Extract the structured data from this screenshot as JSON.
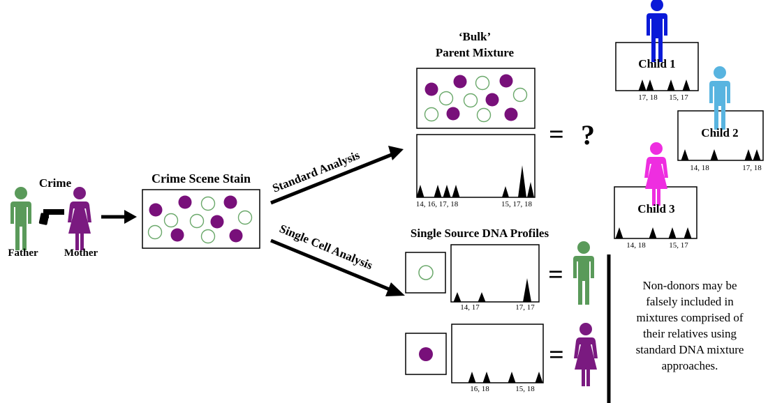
{
  "colors": {
    "father": "#5a9a5a",
    "mother": "#7a1a80",
    "child1": "#0a1ad8",
    "child2": "#58b4e0",
    "child3": "#ee2ee0",
    "dark_cell": "#78107a",
    "light_cell_outline": "#6aa86a"
  },
  "crime": {
    "title": "Crime",
    "father_label": "Father",
    "mother_label": "Mother",
    "gun_icon": "gun-icon"
  },
  "stain": {
    "title": "Crime Scene Stain"
  },
  "standard": {
    "arrow_label": "Standard Analysis",
    "bulk_title_line1": "‘Bulk’",
    "bulk_title_line2": "Parent Mixture",
    "equals": "=",
    "question": "?",
    "labels": [
      "14, 16, 17, 18",
      "15, 17, 18"
    ]
  },
  "single": {
    "arrow_label": "Single Cell Analysis",
    "title": "Single Source DNA Profiles",
    "father_profile_labels": [
      "14, 17",
      "17, 17"
    ],
    "mother_profile_labels": [
      "16, 18",
      "15, 18"
    ],
    "equals": "="
  },
  "children": [
    {
      "name": "Child 1",
      "labels": [
        "17, 18",
        "15, 17"
      ]
    },
    {
      "name": "Child 2",
      "labels": [
        "14, 18",
        "17, 18"
      ]
    },
    {
      "name": "Child 3",
      "labels": [
        "14, 18",
        "15, 17"
      ]
    }
  ],
  "note": {
    "lines": [
      "Non-donors may be",
      "falsely included in",
      "mixtures comprised of",
      "their relatives using",
      "standard DNA mixture",
      "approaches."
    ]
  }
}
